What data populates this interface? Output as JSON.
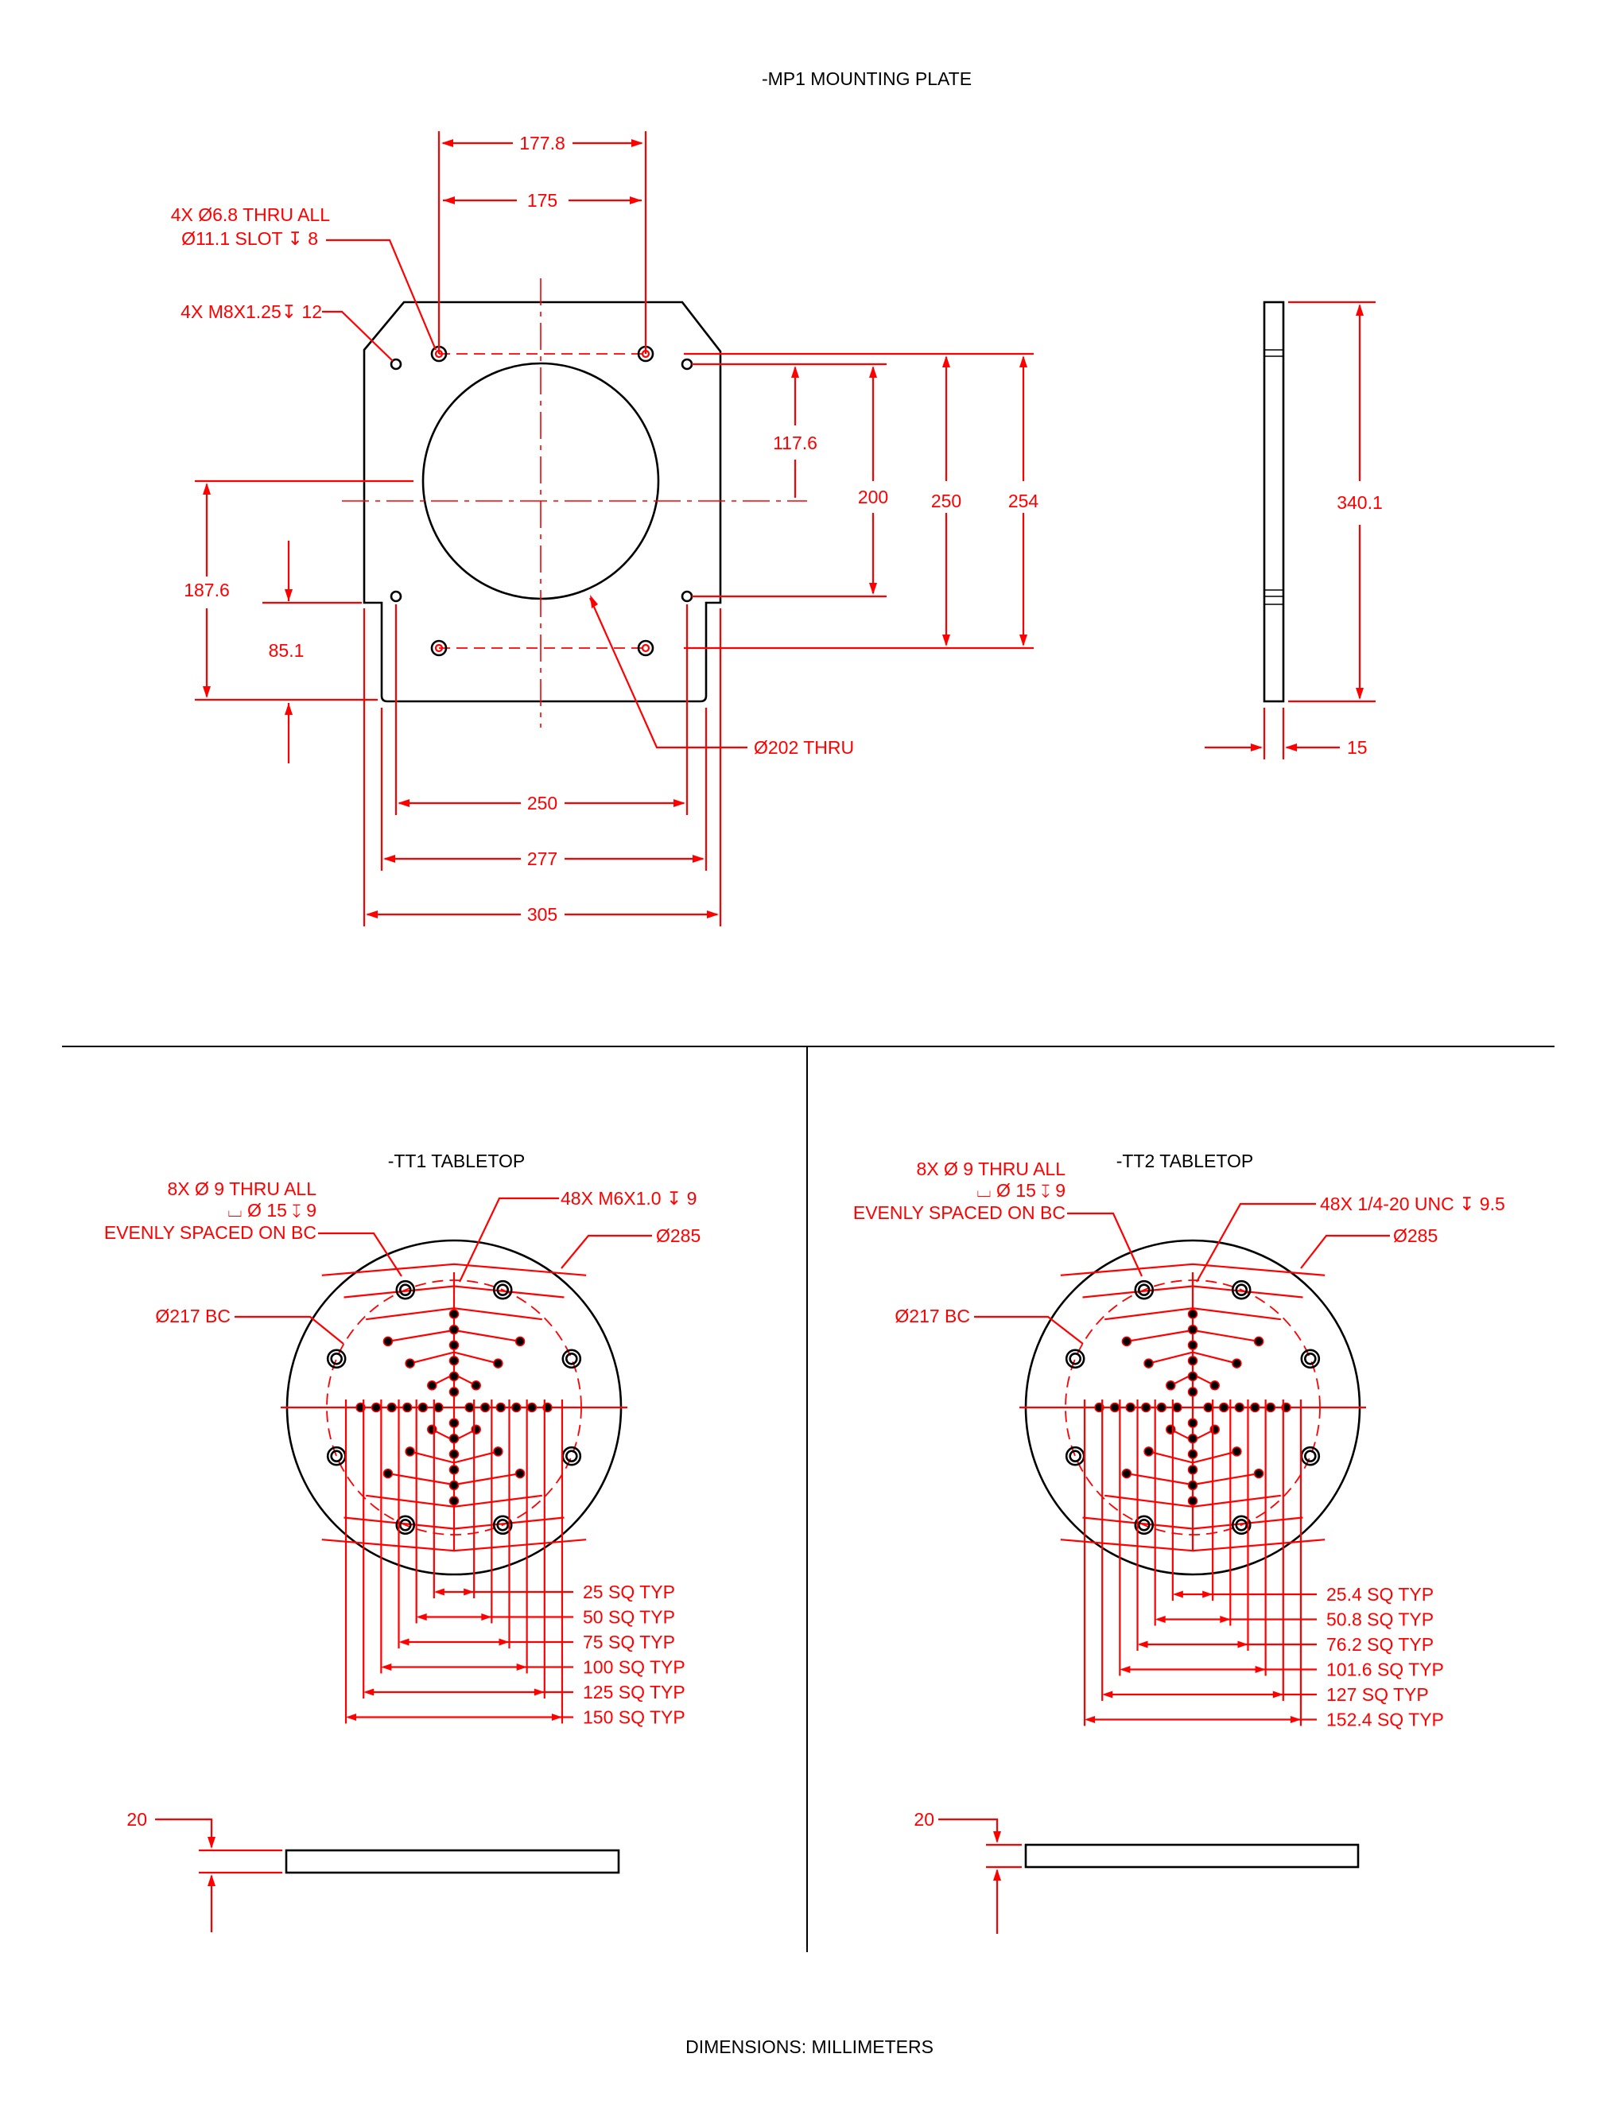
{
  "title": "-MP1 MOUNTING PLATE",
  "footer": "DIMENSIONS:  MILLIMETERS",
  "mp1": {
    "dim_top_outer": "177.8",
    "dim_top_inner": "175",
    "callout_thru_1": "4X Ø6.8 THRU ALL",
    "callout_thru_2": "Ø11.1 SLOT ↧ 8",
    "callout_tap": "4X M8X1.25↧ 12",
    "dim_v_117": "117.6",
    "dim_v_200": "200",
    "dim_v_250": "250",
    "dim_v_254": "254",
    "dim_left_187": "187.6",
    "dim_left_85": "85.1",
    "callout_bore": "Ø202 THRU",
    "dim_b_250": "250",
    "dim_b_277": "277",
    "dim_b_305": "305",
    "side_height": "340.1",
    "side_thick": "15"
  },
  "tt1": {
    "title": "-TT1 TABLETOP",
    "callout_holes_1": "8X  Ø  9 THRU ALL",
    "callout_holes_2": "⌴  Ø  15 ↧  9",
    "callout_holes_3": "EVENLY SPACED ON BC",
    "callout_tap": "48X M6X1.0 ↧  9",
    "diameter": "Ø285",
    "bc": "Ø217 BC",
    "squares": [
      "25 SQ TYP",
      "50 SQ TYP",
      "75 SQ TYP",
      "100 SQ TYP",
      "125 SQ TYP",
      "150 SQ TYP"
    ],
    "thickness": "20"
  },
  "tt2": {
    "title": "-TT2 TABLETOP",
    "callout_holes_1": "8X  Ø  9 THRU ALL",
    "callout_holes_2": "⌴  Ø  15 ↧  9",
    "callout_holes_3": "EVENLY SPACED ON BC",
    "callout_tap": "48X 1/4-20 UNC  ↧  9.5",
    "diameter": "Ø285",
    "bc": "Ø217 BC",
    "squares": [
      "25.4 SQ TYP",
      "50.8 SQ TYP",
      "76.2 SQ TYP",
      "101.6 SQ TYP",
      "127 SQ TYP",
      "152.4 SQ TYP"
    ],
    "thickness": "20"
  }
}
